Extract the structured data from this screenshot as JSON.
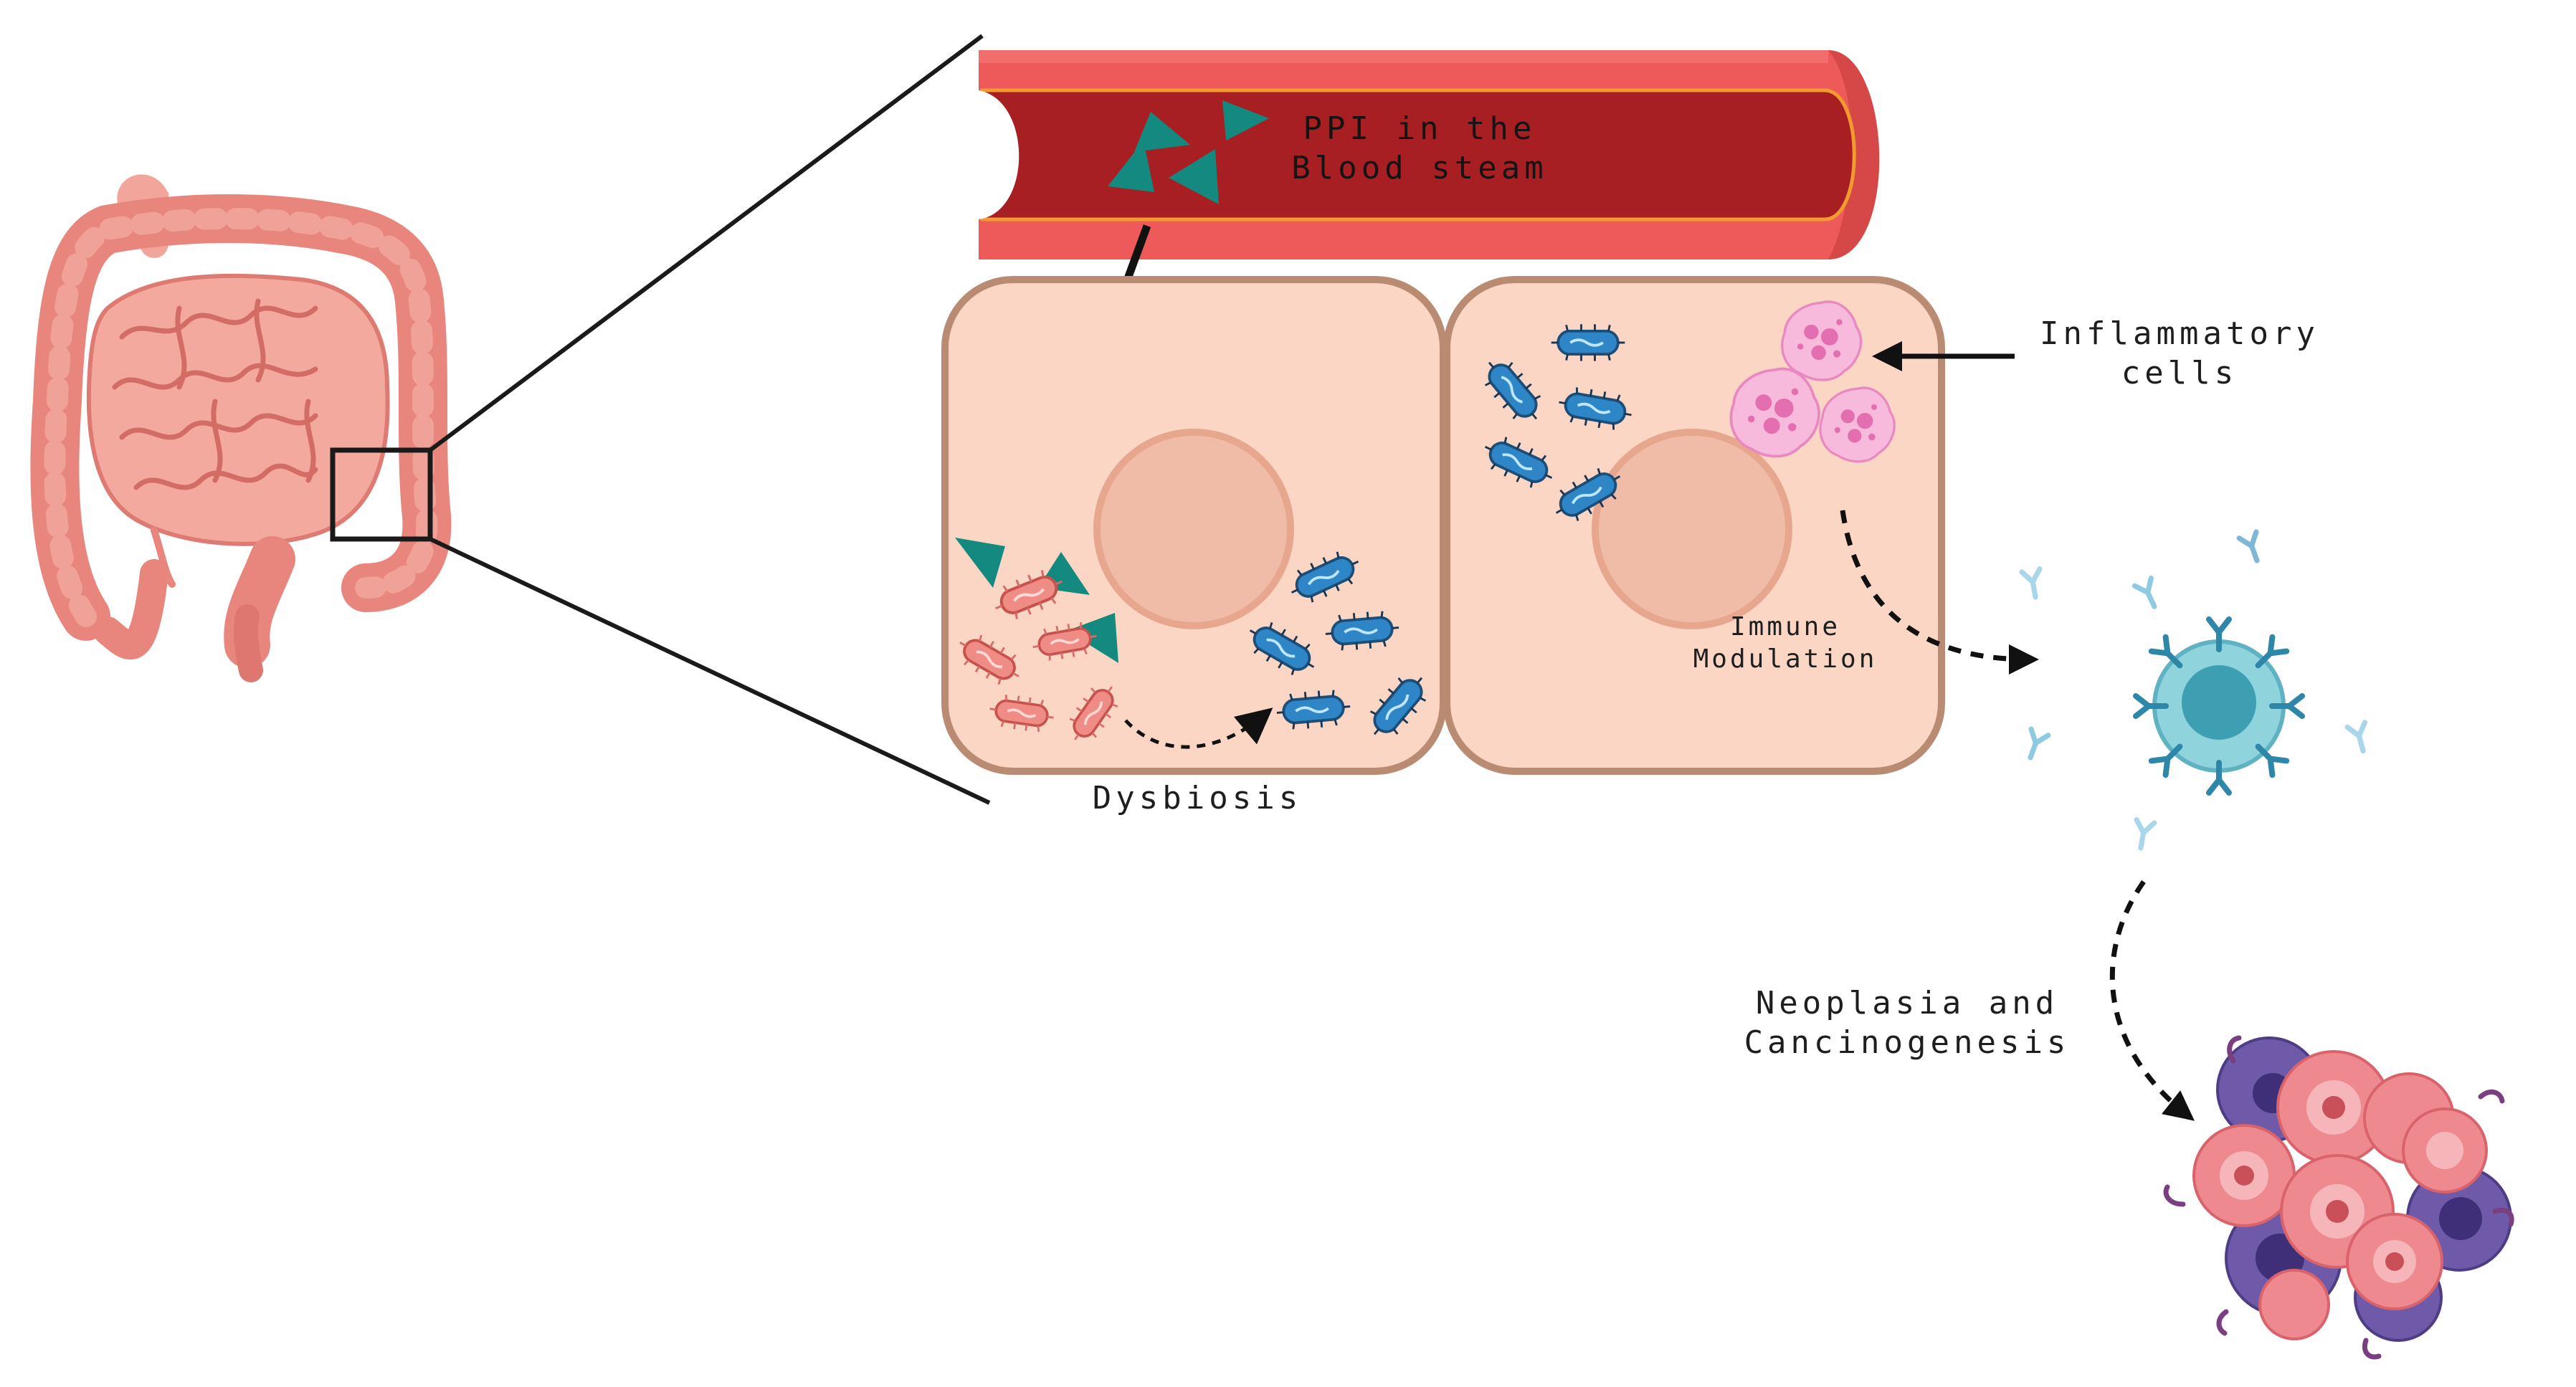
{
  "labels": {
    "blood": "PPI in the\nBlood steam",
    "inflammatory": "Inflammatory\ncells",
    "dysbiosis": "Dysbiosis",
    "immune": "Immune\nModulation",
    "neoplasia": "Neoplasia and\nCancinogenesis"
  },
  "icons": {
    "intestine": "intestine-icon",
    "vessel": "blood-vessel-icon",
    "ppi": "ppi-triangle-icon",
    "bacteria_healthy": "healthy-bacteria-icon",
    "bacteria_pathogenic": "pathogenic-bacteria-icon",
    "inflammatory_cell": "inflammatory-cell-icon",
    "immune_cell": "immune-cell-icon",
    "antibody": "antibody-icon",
    "tumor": "tumor-cells-icon"
  },
  "colors": {
    "vessel_outer": "#ee5a5a",
    "vessel_inner": "#a81f23",
    "cell_fill": "#fbd6c4",
    "cell_border": "#b98b72",
    "nucleus": "#f1bca7",
    "ppi": "#13897f",
    "bacteria_blue": "#2f86c6",
    "bacteria_red": "#ef8c86",
    "inflammatory": "#f4a9d4",
    "immune": "#7cc7d4",
    "tumor_pink": "#ee8a8f",
    "tumor_purple": "#6e5aa8",
    "intestine": "#ec8c84"
  }
}
